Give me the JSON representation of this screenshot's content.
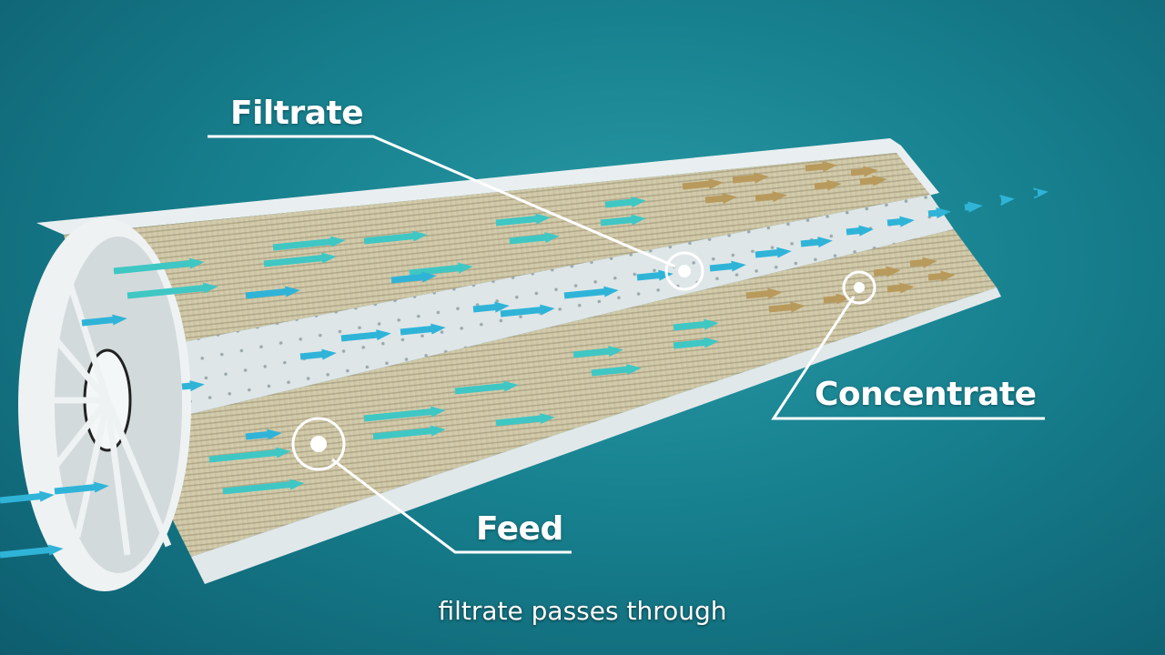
{
  "diagram": {
    "labels": {
      "filtrate": "Filtrate",
      "concentrate": "Concentrate",
      "feed": "Feed"
    },
    "subtitle": "filtrate passes through",
    "colors": {
      "feed_arrow": "#3fc7c4",
      "filtrate_arrow": "#2fb4d8",
      "concentrate_arrow": "#b89a5c",
      "membrane": "#c9bf9c",
      "frame": "#e8eef0"
    }
  }
}
